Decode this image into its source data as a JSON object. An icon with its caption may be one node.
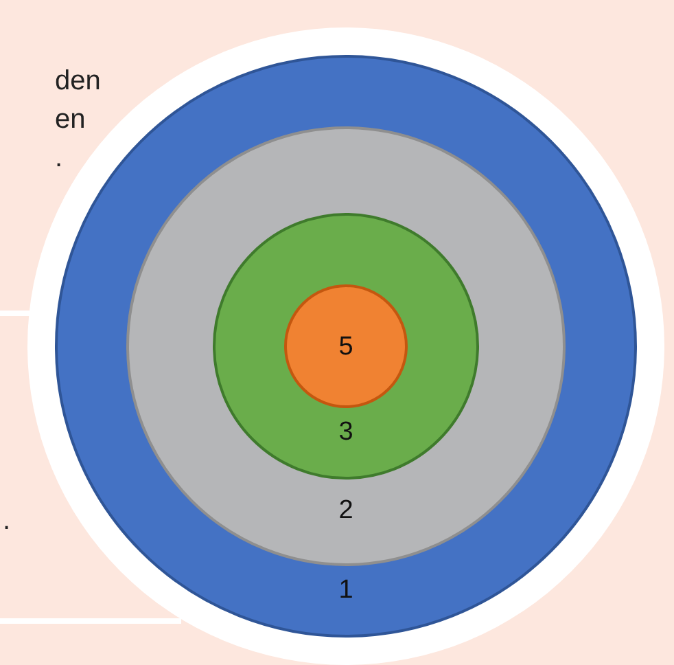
{
  "diagram": {
    "nodes": [
      {
        "text": [
          "1"
        ]
      },
      {
        "text": [
          "2"
        ],
        "in": 0
      },
      {
        "text": [
          "3"
        ],
        "in": 1
      },
      {
        "text": [
          "5"
        ],
        "in": 2
      }
    ],
    "labels": [
      "den",
      "en",
      ".",
      "."
    ]
  }
}
